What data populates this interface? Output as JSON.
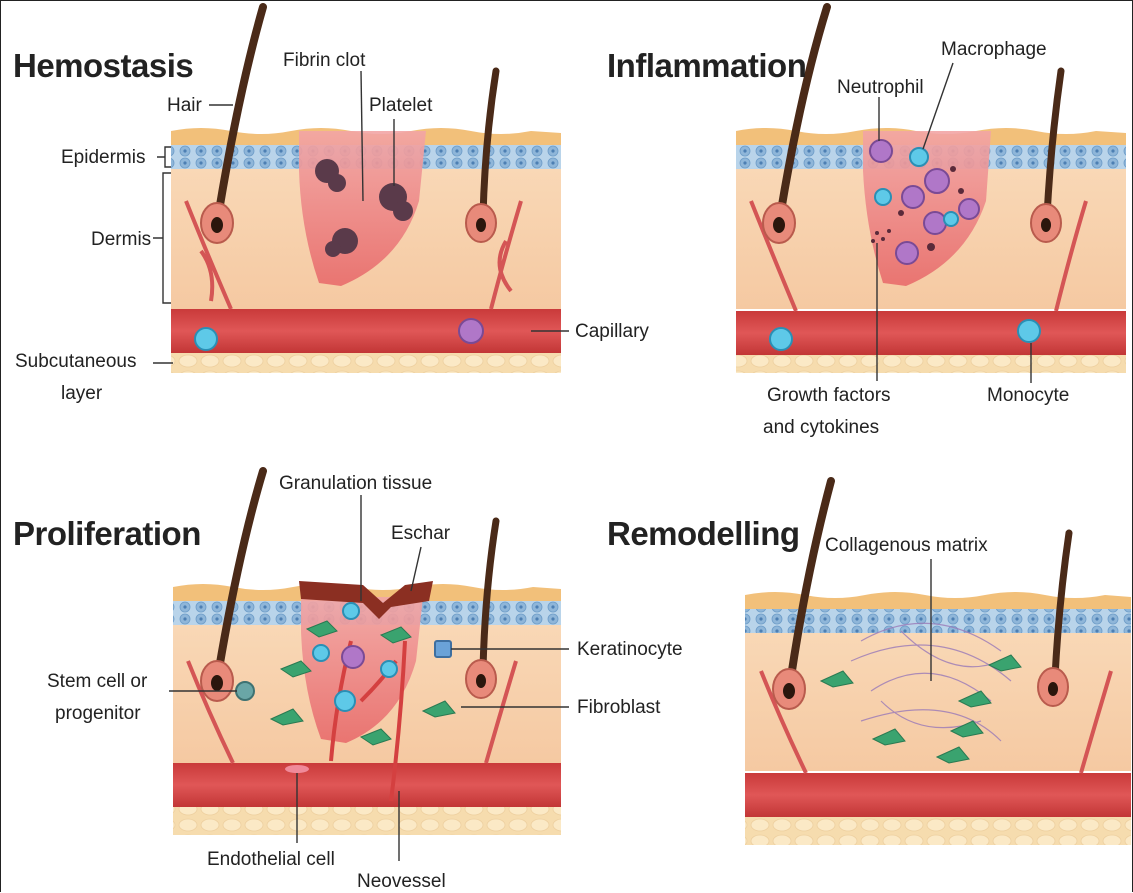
{
  "panels": {
    "hemostasis": {
      "title": "Hemostasis",
      "labels": {
        "hair": "Hair",
        "fibrin_clot": "Fibrin clot",
        "platelet": "Platelet",
        "epidermis": "Epidermis",
        "dermis": "Dermis",
        "capillary": "Capillary",
        "subcutaneous_1": "Subcutaneous",
        "subcutaneous_2": "layer"
      }
    },
    "inflammation": {
      "title": "Inflammation",
      "labels": {
        "macrophage": "Macrophage",
        "neutrophil": "Neutrophil",
        "growth_1": "Growth factors",
        "growth_2": "and cytokines",
        "monocyte": "Monocyte"
      }
    },
    "proliferation": {
      "title": "Proliferation",
      "labels": {
        "granulation": "Granulation tissue",
        "eschar": "Eschar",
        "keratinocyte": "Keratinocyte",
        "stem_1": "Stem cell or",
        "stem_2": "progenitor",
        "fibroblast": "Fibroblast",
        "endothelial": "Endothelial cell",
        "neovessel": "Neovessel"
      }
    },
    "remodelling": {
      "title": "Remodelling",
      "labels": {
        "collagen": "Collagenous matrix"
      }
    }
  },
  "colors": {
    "skin_top": "#f2c07a",
    "epidermis": "#9ec3e0",
    "dermis": "#f7d1ad",
    "capillary": "#d64a4a",
    "wound": "#ec8f8f",
    "hair": "#4a2a18",
    "fibroblast": "#3aa36f",
    "eschar": "#8b2f22"
  }
}
